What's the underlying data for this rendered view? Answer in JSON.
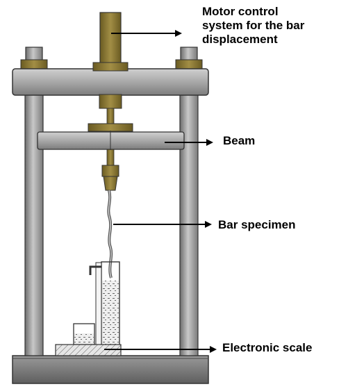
{
  "labels": {
    "motor": "Motor control\nsystem for the bar\ndisplacement",
    "beam": "Beam",
    "bar_specimen": "Bar specimen",
    "scale": "Electronic scale"
  },
  "colors": {
    "steel": "#a9a9a9",
    "steel_dark": "#4a4a4a",
    "bronze": "#8c7a33",
    "bronze_dark": "#5c4f1c",
    "base": "#7a7a7a",
    "water": "#dcdcdc",
    "ink": "#000000"
  },
  "icons": {
    "arrow": "right-arrow-icon"
  }
}
